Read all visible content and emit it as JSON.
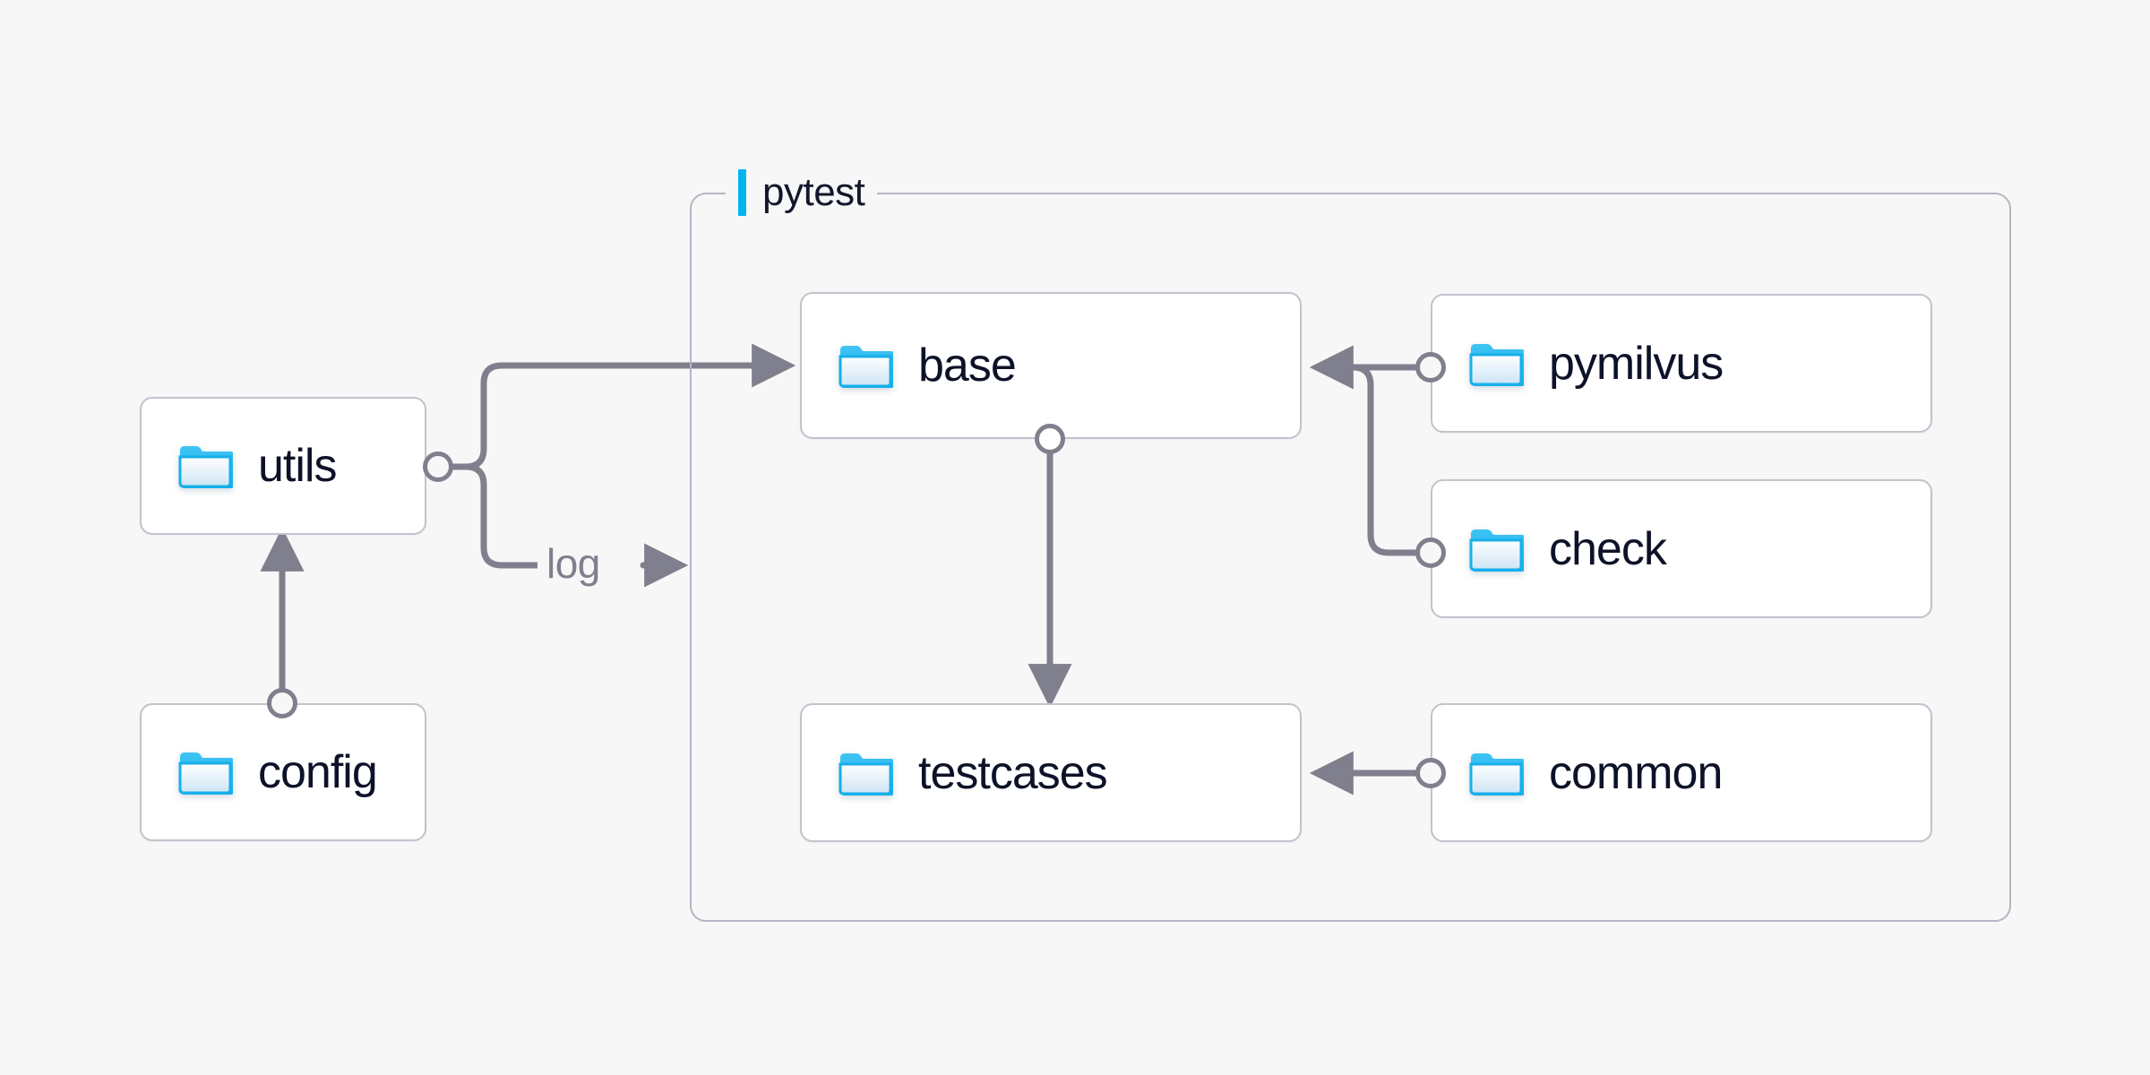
{
  "canvas": {
    "background_color": "#f7f7f8",
    "node_fill": "#ffffff",
    "node_border_color": "#c3c2cd",
    "edge_color": "#7f7f8d",
    "group_border_color": "#b6b5c3",
    "accent_color": "#00b4f0",
    "text_color": "#0d1228"
  },
  "group": {
    "name": "pytest",
    "label": "pytest",
    "marker_icon": "vertical-bar-marker"
  },
  "nodes": [
    {
      "id": "utils",
      "label": "utils",
      "icon": "folder-icon"
    },
    {
      "id": "config",
      "label": "config",
      "icon": "folder-icon"
    },
    {
      "id": "base",
      "label": "base",
      "icon": "folder-icon"
    },
    {
      "id": "testcases",
      "label": "testcases",
      "icon": "folder-icon"
    },
    {
      "id": "pymilvus",
      "label": "pymilvus",
      "icon": "folder-icon"
    },
    {
      "id": "check",
      "label": "check",
      "icon": "folder-icon"
    },
    {
      "id": "common",
      "label": "common",
      "icon": "folder-icon"
    }
  ],
  "edges": [
    {
      "id": "utils-base",
      "from": "utils",
      "to": "base",
      "label": ""
    },
    {
      "id": "utils-log",
      "from": "utils",
      "to": "pytest",
      "label": "log"
    },
    {
      "id": "config-utils",
      "from": "config",
      "to": "utils",
      "label": ""
    },
    {
      "id": "base-testcases",
      "from": "base",
      "to": "testcases",
      "label": ""
    },
    {
      "id": "pymilvus-base",
      "from": "pymilvus",
      "to": "base",
      "label": ""
    },
    {
      "id": "check-base",
      "from": "check",
      "to": "base",
      "label": ""
    },
    {
      "id": "common-testcases",
      "from": "common",
      "to": "testcases",
      "label": ""
    }
  ],
  "edge_labels": {
    "log": "log"
  }
}
